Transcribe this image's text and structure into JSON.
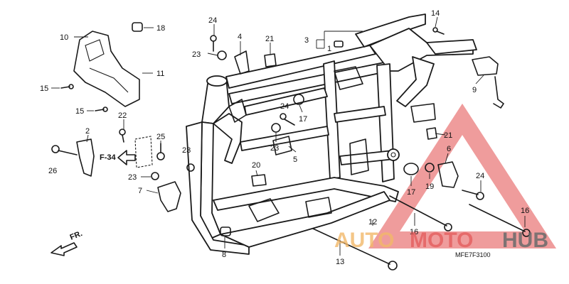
{
  "callouts": {
    "c1": "1",
    "c2": "2",
    "c3": "3",
    "c4": "4",
    "c5": "5",
    "c6": "6",
    "c7": "7",
    "c8": "8",
    "c9": "9",
    "c10": "10",
    "c11": "11",
    "c12": "12",
    "c13": "13",
    "c14": "14",
    "c15": "15",
    "c16": "16",
    "c17": "17",
    "c18": "18",
    "c19": "19",
    "c20": "20",
    "c21": "21",
    "c22": "22",
    "c23": "23",
    "c24": "24",
    "c25": "25",
    "c26": "26"
  },
  "ref_label": "F-34",
  "front_label": "FR.",
  "diagram_code": "MFE7F3100",
  "watermark": {
    "part1": "AUTO",
    "part2": "MOTO",
    "part3": "HUB"
  },
  "colors": {
    "line": "#1a1a1a",
    "watermark_red": "#e24a4a",
    "watermark_orange": "#f2b86a",
    "watermark_gray": "#6b6b6b"
  }
}
